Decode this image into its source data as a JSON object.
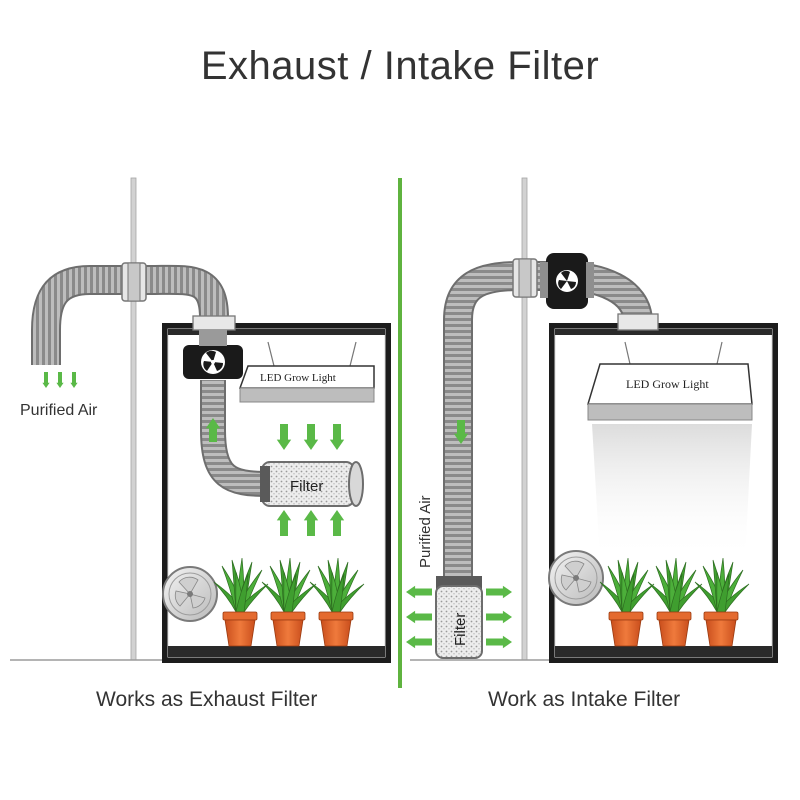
{
  "title": "Exhaust / Intake Filter",
  "left_panel": {
    "caption": "Works as Exhaust Filter",
    "purified_air": "Purified Air",
    "light_label": "LED Grow Light",
    "filter_label": "Filter"
  },
  "right_panel": {
    "caption": "Work as Intake Filter",
    "purified_air": "Purified Air",
    "light_label": "LED Grow Light",
    "filter_label": "Filter"
  },
  "colors": {
    "divider": "#5fb33f",
    "arrow": "#5ab947",
    "tent": "#1c1c1c",
    "duct": "#a9a9a9",
    "pot": "#e2622a",
    "leaf": "#3f9e2f"
  }
}
